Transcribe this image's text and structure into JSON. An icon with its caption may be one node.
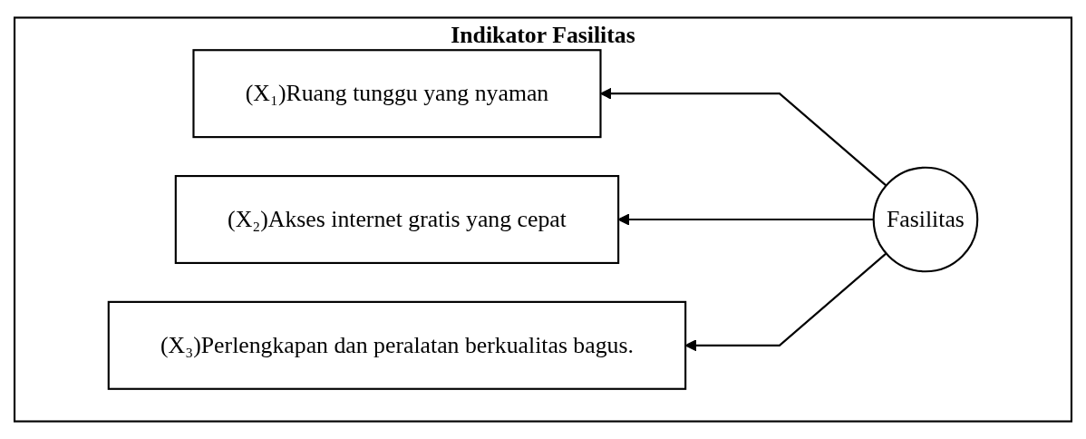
{
  "diagram": {
    "nodes": [
      {
        "text": [
          "Indikator Fasilitas"
        ]
      },
      {
        "text": [
          "(X₁)Ruang tunggu yang nyaman"
        ],
        "in": 0
      },
      {
        "text": [
          "(X₂)Akses internet gratis yang cepat"
        ],
        "in": 0
      },
      {
        "text": [
          "(X₃)Perlengkapan dan peralatan berkualitas bagus."
        ],
        "in": 0
      },
      {
        "text": [
          "Fasilitas"
        ],
        "in": 0
      }
    ],
    "edges": [
      {
        "from": 4,
        "to": 1,
        "arrow": "to"
      },
      {
        "from": 4,
        "to": 2,
        "arrow": "to"
      },
      {
        "from": 4,
        "to": 3,
        "arrow": "to"
      }
    ]
  }
}
